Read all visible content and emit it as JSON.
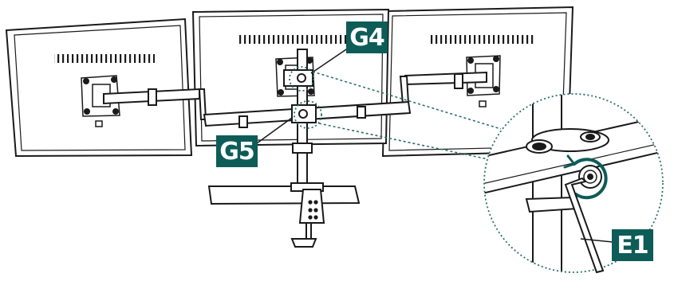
{
  "colors": {
    "callout_bg": "#0d5c57",
    "callout_text": "#ffffff",
    "line": "#1a1a1a",
    "dashed_leader": "#2d6e69",
    "rotation_arrow": "#0d5c57",
    "monitor_fill": "#ffffff"
  },
  "callouts": {
    "g4": "G4",
    "g5": "G5",
    "e1": "E1"
  },
  "icons": {
    "rotation": "clockwise-rotation-arrow-icon",
    "allen_key": "allen-key-icon"
  }
}
